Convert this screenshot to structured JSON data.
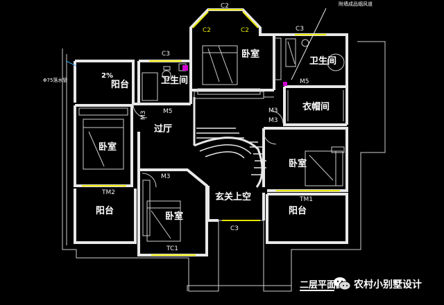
{
  "rooms": {
    "bedroom_top": "卧室",
    "bath_top_right": "卫生间",
    "balcony_top_left": "阳台",
    "bath_top_left": "卫生间",
    "closet": "衣帽间",
    "hallway": "过厅",
    "bedroom_left": "卧室",
    "bedroom_right": "卧室",
    "void": "玄关上空",
    "balcony_bottom_left": "阳台",
    "bedroom_bottom": "卧室",
    "balcony_bottom_right": "阳台"
  },
  "tags": {
    "c2_top": "C2",
    "c2_left": "C2",
    "c2_right": "C2",
    "c3_top": "C3",
    "c3_right": "C3",
    "c3_bottom": "C3",
    "m5_left": "M5",
    "m5_right": "M5",
    "m3_left": "M3",
    "m3_right_a": "M3",
    "m3_right_b": "M3",
    "m3_lower": "M3",
    "tm2": "TM2",
    "tm1": "TM1",
    "tc1": "TC1"
  },
  "annotations": {
    "slope": "2%",
    "drain_pipe": "Φ75落水管",
    "vent_note": "附墙成品烟风道"
  },
  "footer": {
    "title": "二层平面图",
    "brand": "农村小别墅设计"
  },
  "colors": {
    "background": "#000000",
    "wall": "#e8e8e8",
    "furniture": "#cfcfcf",
    "window": "#e6e600",
    "accent_magenta": "#d000d0",
    "dimension": "#3aa0e0"
  }
}
